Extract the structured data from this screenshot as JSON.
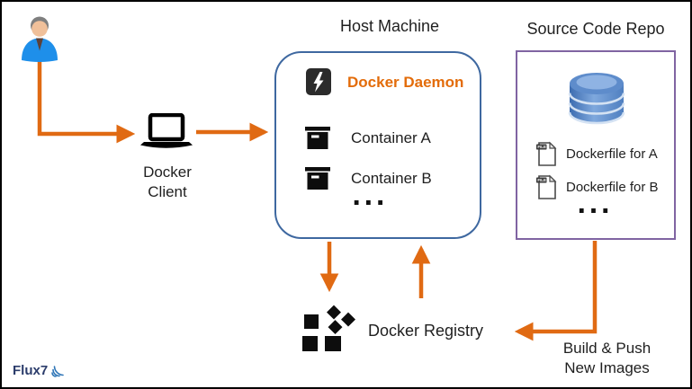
{
  "user": {
    "name": "user"
  },
  "docker_client": {
    "line1": "Docker",
    "line2": "Client"
  },
  "host_machine": {
    "title": "Host Machine",
    "items": [
      {
        "icon": "daemon-icon",
        "label": "Docker Daemon"
      },
      {
        "icon": "container-icon",
        "label": "Container A"
      },
      {
        "icon": "container-icon",
        "label": "Container B"
      }
    ],
    "ellipsis": "..."
  },
  "source_repo": {
    "title": "Source Code Repo",
    "items": [
      {
        "icon": "dockerfile-icon",
        "label": "Dockerfile for A"
      },
      {
        "icon": "dockerfile-icon",
        "label": "Dockerfile for B"
      }
    ],
    "ellipsis": "..."
  },
  "registry": {
    "label": "Docker Registry"
  },
  "build_push": {
    "line1": "Build & Push",
    "line2": "New Images"
  },
  "logo": {
    "text": "Flux7"
  },
  "colors": {
    "arrow": "#E06A13",
    "host_border": "#3E68A0",
    "repo_border": "#8064A2",
    "daemon_text": "#E36C0A",
    "text": "#1f1f1f",
    "logo_navy": "#2B3C6B",
    "logo_blue": "#2E75B6"
  }
}
